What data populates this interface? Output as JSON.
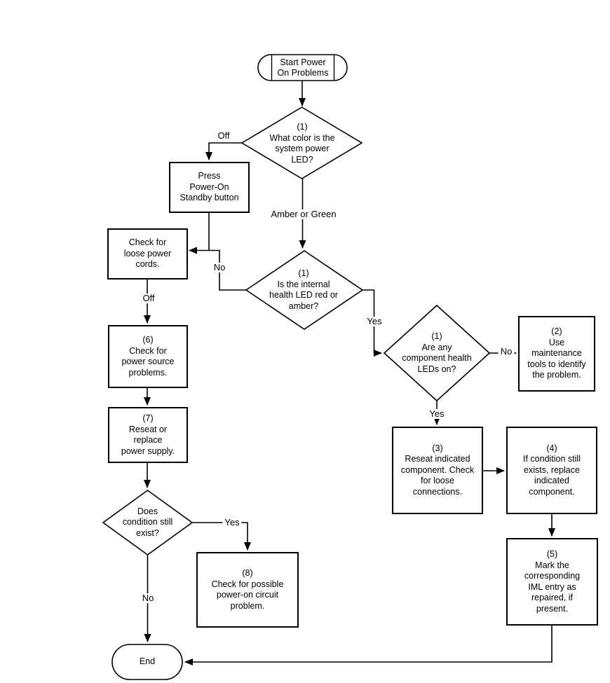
{
  "flowchart": {
    "nodes": {
      "start": "Start Power\nOn Problems",
      "d_power_led": "(1)\nWhat color is the\nsystem power\nLED?",
      "press_power": "Press\nPower-On\nStandby button",
      "check_cords": "Check for\nloose power\ncords.",
      "check_source": "(6)\nCheck for\npower source\nproblems.",
      "reseat_supply": "(7)\nReseat or\nreplace\npower supply.",
      "d_condition": "Does\ncondition still\nexist?",
      "check_circuit": "(8)\nCheck for possible\npower-on circuit\nproblem.",
      "end": "End",
      "d_internal_health": "(1)\nIs the internal\nhealth LED red or\namber?",
      "d_component_leds": "(1)\nAre any\ncomponent health\nLEDs on?",
      "use_tools": "(2)\nUse\nmaintenance\ntools to identify\nthe problem.",
      "reseat_component": "(3)\nReseat indicated\ncomponent. Check\nfor loose\nconnections.",
      "replace_component": "(4)\nIf condition still\nexists, replace\nindicated\ncomponent.",
      "mark_iml": "(5)\nMark the\ncorresponding\nIML entry as\nrepaired, if\npresent."
    },
    "edge_labels": {
      "off_led": "Off",
      "amber_or_green": "Amber or Green",
      "no_internal": "No",
      "off_cords": "Off",
      "yes_internal": "Yes",
      "no_component": "No",
      "yes_component": "Yes",
      "yes_condition": "Yes",
      "no_condition": "No"
    },
    "colors": {
      "line": "#000000",
      "background": "#ffffff"
    }
  }
}
